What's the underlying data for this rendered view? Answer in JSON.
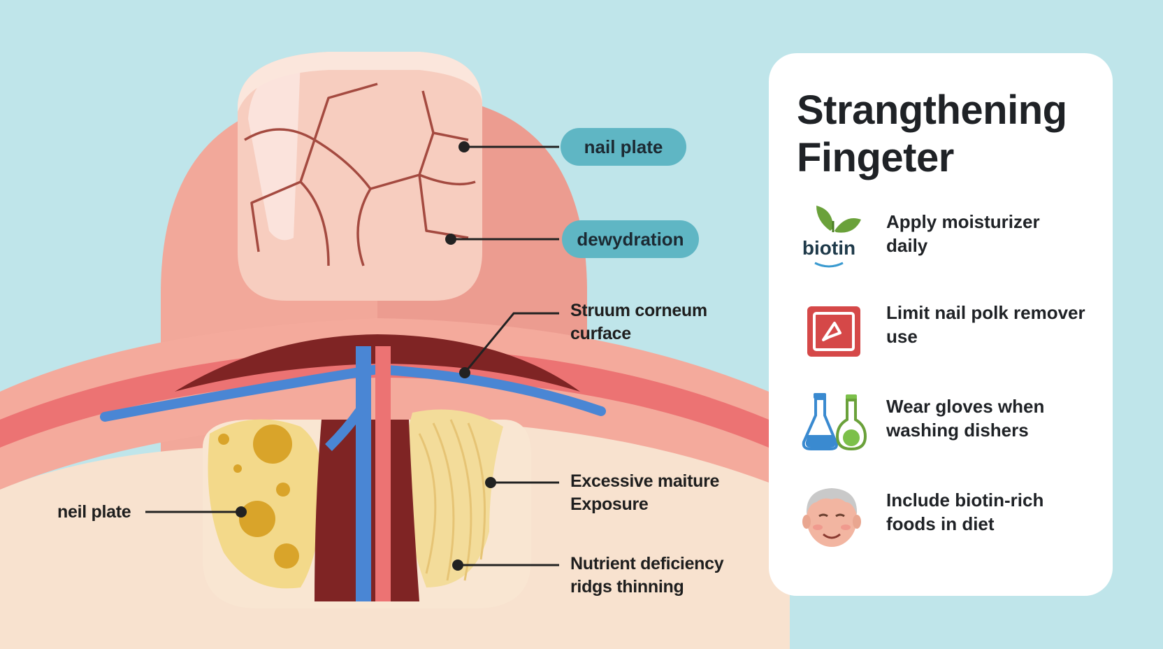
{
  "title": {
    "line1": "Strangthening",
    "line2": "Fingeter"
  },
  "callouts": {
    "nail_plate_top": "nail plate",
    "dehydration": "dewydration",
    "stratum": {
      "line1": "Struum corneum",
      "line2": "curface"
    },
    "moisture": {
      "line1": "Excessive maiture",
      "line2": "Exposure"
    },
    "nutrient": {
      "line1": "Nutrient deficiency",
      "line2": "ridgs thinning"
    },
    "nail_plate_left": "neil plate"
  },
  "tips": [
    {
      "icon": "biotin-leaf-icon",
      "icon_text": "biotin",
      "line1": "Apply moisturizer",
      "line2": "daily"
    },
    {
      "icon": "nail-polish-remover-icon",
      "line1": "Limit nail polk remover",
      "line2": "use"
    },
    {
      "icon": "flasks-icon",
      "line1": "Wear gloves when",
      "line2": "washing dishers"
    },
    {
      "icon": "elderly-face-icon",
      "line1": "Include biotin-rich",
      "line2": "foods in diet"
    }
  ],
  "colors": {
    "background": "#bfe5ea",
    "skin": "#f2a89a",
    "nail": "#f7cdbf",
    "crack": "#a44a40",
    "pill": "#5fb6c4",
    "vein": "#4a86d4",
    "artery": "#ef6f6f",
    "fat": "#f3d98a"
  }
}
